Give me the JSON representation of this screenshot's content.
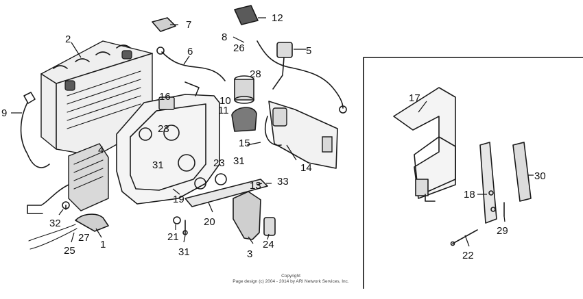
{
  "colors": {
    "ink": "#111111",
    "background": "#ffffff",
    "part_fill": "#d9d9d9"
  },
  "callouts": [
    {
      "id": "c1",
      "label": "1"
    },
    {
      "id": "c2",
      "label": "2"
    },
    {
      "id": "c3",
      "label": "3"
    },
    {
      "id": "c4",
      "label": "4"
    },
    {
      "id": "c5",
      "label": "5"
    },
    {
      "id": "c6",
      "label": "6"
    },
    {
      "id": "c7",
      "label": "7"
    },
    {
      "id": "c8",
      "label": "8"
    },
    {
      "id": "c9",
      "label": "9"
    },
    {
      "id": "c10",
      "label": "10"
    },
    {
      "id": "c11",
      "label": "11"
    },
    {
      "id": "c12",
      "label": "12"
    },
    {
      "id": "c13",
      "label": "13"
    },
    {
      "id": "c14",
      "label": "14"
    },
    {
      "id": "c15",
      "label": "15"
    },
    {
      "id": "c16",
      "label": "16"
    },
    {
      "id": "c17",
      "label": "17"
    },
    {
      "id": "c18",
      "label": "18"
    },
    {
      "id": "c19",
      "label": "19"
    },
    {
      "id": "c20",
      "label": "20"
    },
    {
      "id": "c21",
      "label": "21"
    },
    {
      "id": "c22",
      "label": "22"
    },
    {
      "id": "c23a",
      "label": "23"
    },
    {
      "id": "c23b",
      "label": "23"
    },
    {
      "id": "c24",
      "label": "24"
    },
    {
      "id": "c25",
      "label": "25"
    },
    {
      "id": "c26",
      "label": "26"
    },
    {
      "id": "c27",
      "label": "27"
    },
    {
      "id": "c28",
      "label": "28"
    },
    {
      "id": "c29",
      "label": "29"
    },
    {
      "id": "c30",
      "label": "30"
    },
    {
      "id": "c31a",
      "label": "31"
    },
    {
      "id": "c31b",
      "label": "31"
    },
    {
      "id": "c31c",
      "label": "31"
    },
    {
      "id": "c32",
      "label": "32"
    },
    {
      "id": "c33",
      "label": "33"
    }
  ],
  "copyright": {
    "line1": "Copyright",
    "line2": "Page design (c) 2004 - 2014 by ARI Network Services, Inc."
  }
}
